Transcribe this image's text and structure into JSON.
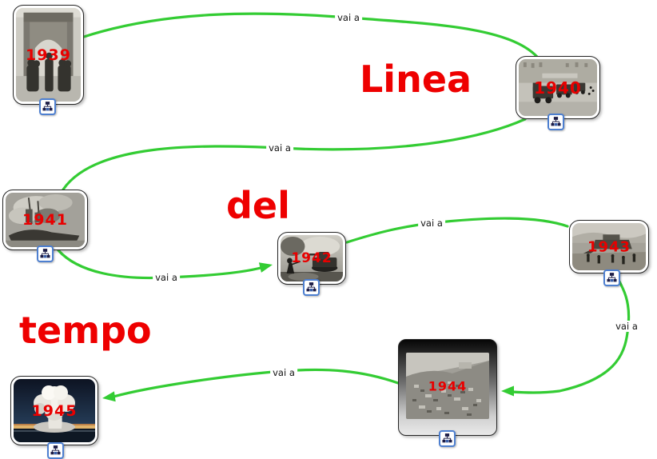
{
  "title_words": [
    {
      "text": "Linea"
    },
    {
      "text": "del"
    },
    {
      "text": "tempo"
    }
  ],
  "nodes": [
    {
      "year": "1939",
      "photo": "soldiers-marching-arc-de-triomphe"
    },
    {
      "year": "1940",
      "photo": "military-truck-column-city-street"
    },
    {
      "year": "1941",
      "photo": "warship-sinking-smoke"
    },
    {
      "year": "1942",
      "photo": "soldier-and-tank-battle"
    },
    {
      "year": "1943",
      "photo": "beach-landing-craft"
    },
    {
      "year": "1944",
      "photo": "ruined-town-hillside"
    },
    {
      "year": "1945",
      "photo": "atomic-mushroom-cloud"
    }
  ],
  "links": [
    {
      "label": "vai a",
      "from": "1939",
      "to": "1940"
    },
    {
      "label": "vai a",
      "from": "1940",
      "to": "1941"
    },
    {
      "label": "vai a",
      "from": "1941",
      "to": "1942"
    },
    {
      "label": "vai a",
      "from": "1942",
      "to": "1943"
    },
    {
      "label": "vai a",
      "from": "1943",
      "to": "1944"
    },
    {
      "label": "vai a",
      "from": "1944",
      "to": "1945"
    }
  ],
  "icons": {
    "resource": "concept-map-resource-icon"
  },
  "colors": {
    "link_green": "#33cc33",
    "accent_red": "#ee0000",
    "year_red": "#e80000",
    "resource_icon_blue": "#4d7fd0",
    "background": "#ffffff"
  }
}
